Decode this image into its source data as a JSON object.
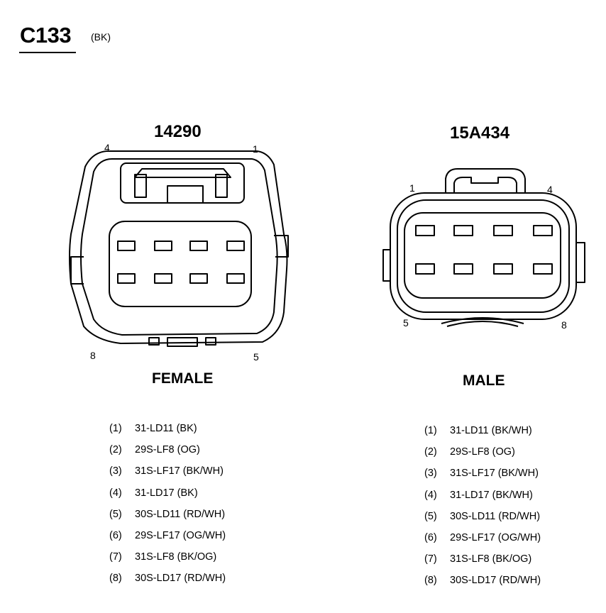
{
  "header": {
    "connector_id": "C133",
    "connector_color": "(BK)"
  },
  "female": {
    "part_number": "14290",
    "gender_label": "FEMALE",
    "corner_labels": {
      "top_left": "4",
      "top_right": "1",
      "bottom_left": "8",
      "bottom_right": "5"
    },
    "pins": [
      {
        "num": "(1)",
        "circuit": "31-LD11 (BK)"
      },
      {
        "num": "(2)",
        "circuit": "29S-LF8 (OG)"
      },
      {
        "num": "(3)",
        "circuit": "31S-LF17 (BK/WH)"
      },
      {
        "num": "(4)",
        "circuit": "31-LD17 (BK)"
      },
      {
        "num": "(5)",
        "circuit": "30S-LD11 (RD/WH)"
      },
      {
        "num": "(6)",
        "circuit": "29S-LF17 (OG/WH)"
      },
      {
        "num": "(7)",
        "circuit": "31S-LF8 (BK/OG)"
      },
      {
        "num": "(8)",
        "circuit": "30S-LD17 (RD/WH)"
      }
    ]
  },
  "male": {
    "part_number": "15A434",
    "gender_label": "MALE",
    "corner_labels": {
      "top_left": "1",
      "top_right": "4",
      "bottom_left": "5",
      "bottom_right": "8"
    },
    "pins": [
      {
        "num": "(1)",
        "circuit": "31-LD11 (BK/WH)"
      },
      {
        "num": "(2)",
        "circuit": "29S-LF8 (OG)"
      },
      {
        "num": "(3)",
        "circuit": "31S-LF17 (BK/WH)"
      },
      {
        "num": "(4)",
        "circuit": "31-LD17 (BK/WH)"
      },
      {
        "num": "(5)",
        "circuit": "30S-LD11 (RD/WH)"
      },
      {
        "num": "(6)",
        "circuit": "29S-LF17 (OG/WH)"
      },
      {
        "num": "(7)",
        "circuit": "31S-LF8 (BK/OG)"
      },
      {
        "num": "(8)",
        "circuit": "30S-LD17 (RD/WH)"
      }
    ]
  }
}
